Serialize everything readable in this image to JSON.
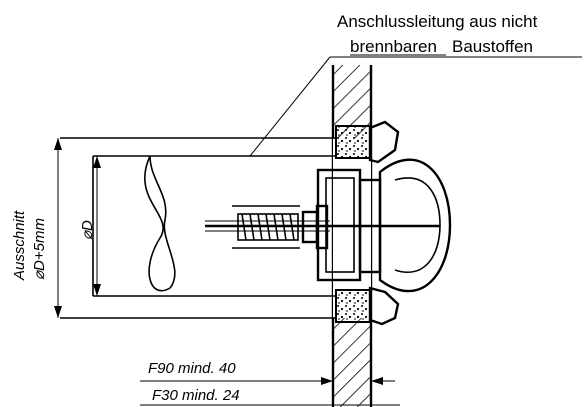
{
  "callout": {
    "line1": "Anschlussleitung aus nicht",
    "line2_underlined": "brennbaren",
    "line2_rest": "Baustoffen"
  },
  "dimensions": {
    "cutout_line1": "Ausschnitt",
    "cutout_line2": "⌀D+5mm",
    "diameter": "⌀D",
    "f90": "F90 mind. 40",
    "f30": "F30 mind. 24"
  }
}
